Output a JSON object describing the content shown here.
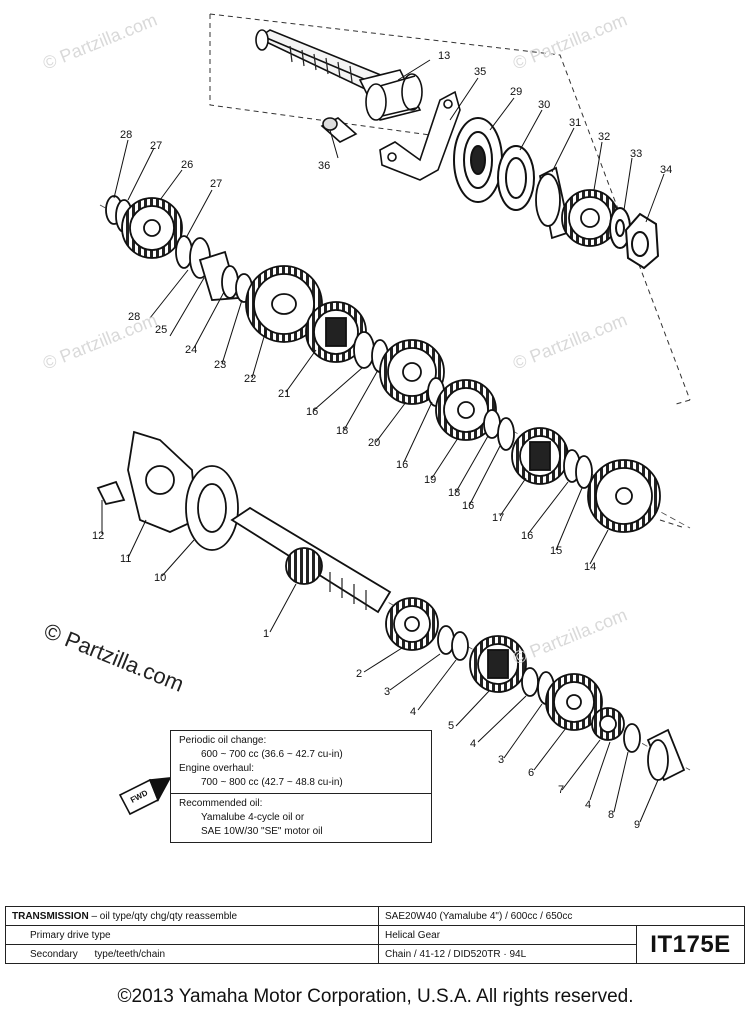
{
  "watermarks": {
    "small": "© Partzilla.com",
    "large_symbol": "©",
    "large_line1": "Partzilla",
    "large_line2": ".com"
  },
  "callouts": [
    {
      "id": "13",
      "text": "13"
    },
    {
      "id": "35",
      "text": "35"
    },
    {
      "id": "29",
      "text": "29"
    },
    {
      "id": "30",
      "text": "30"
    },
    {
      "id": "31",
      "text": "31"
    },
    {
      "id": "32",
      "text": "32"
    },
    {
      "id": "33",
      "text": "33"
    },
    {
      "id": "34",
      "text": "34"
    },
    {
      "id": "36",
      "text": "36"
    },
    {
      "id": "28a",
      "text": "28"
    },
    {
      "id": "27a",
      "text": "27"
    },
    {
      "id": "26",
      "text": "26"
    },
    {
      "id": "27b",
      "text": "27"
    },
    {
      "id": "28b",
      "text": "28"
    },
    {
      "id": "25",
      "text": "25"
    },
    {
      "id": "24",
      "text": "24"
    },
    {
      "id": "23",
      "text": "23"
    },
    {
      "id": "22",
      "text": "22"
    },
    {
      "id": "21",
      "text": "21"
    },
    {
      "id": "16a",
      "text": "16"
    },
    {
      "id": "18a",
      "text": "18"
    },
    {
      "id": "20",
      "text": "20"
    },
    {
      "id": "16b",
      "text": "16"
    },
    {
      "id": "19",
      "text": "19"
    },
    {
      "id": "18b",
      "text": "18"
    },
    {
      "id": "16c",
      "text": "16"
    },
    {
      "id": "17",
      "text": "17"
    },
    {
      "id": "16d",
      "text": "16"
    },
    {
      "id": "15",
      "text": "15"
    },
    {
      "id": "14",
      "text": "14"
    },
    {
      "id": "12",
      "text": "12"
    },
    {
      "id": "11",
      "text": "11"
    },
    {
      "id": "10",
      "text": "10"
    },
    {
      "id": "1",
      "text": "1"
    },
    {
      "id": "2",
      "text": "2"
    },
    {
      "id": "3a",
      "text": "3"
    },
    {
      "id": "4a",
      "text": "4"
    },
    {
      "id": "5",
      "text": "5"
    },
    {
      "id": "4b",
      "text": "4"
    },
    {
      "id": "3b",
      "text": "3"
    },
    {
      "id": "6",
      "text": "6"
    },
    {
      "id": "7",
      "text": "7"
    },
    {
      "id": "4c",
      "text": "4"
    },
    {
      "id": "8",
      "text": "8"
    },
    {
      "id": "9",
      "text": "9"
    }
  ],
  "fwd_label": "FWD",
  "note": {
    "periodic_label": "Periodic oil change:",
    "periodic_value": "600 ~ 700 cc (36.6 ~ 42.7 cu-in)",
    "overhaul_label": "Engine overhaul:",
    "overhaul_value": "700 ~ 800 cc (42.7 ~ 48.8 cu-in)",
    "recommended_label": "Recommended oil:",
    "recommended_line1": "Yamalube 4-cycle oil or",
    "recommended_line2": "SAE 10W/30 \"SE\" motor oil"
  },
  "spec_table": {
    "rows": [
      {
        "label_bold": "TRANSMISSION",
        "label_rest": " – oil type/qty chg/qty reassemble",
        "value": "SAE20W40 (Yamalube 4\") / 600cc / 650cc"
      },
      {
        "label_bold": "",
        "label_rest": "Primary drive type",
        "value": "Helical Gear"
      },
      {
        "label_bold": "",
        "label_rest": "Secondary      type/teeth/chain",
        "value": "Chain / 41-12 / DID520TR · 94L"
      }
    ],
    "code": "IT175E"
  },
  "copyright": "©2013 Yamaha Motor Corporation, U.S.A. All rights reserved."
}
